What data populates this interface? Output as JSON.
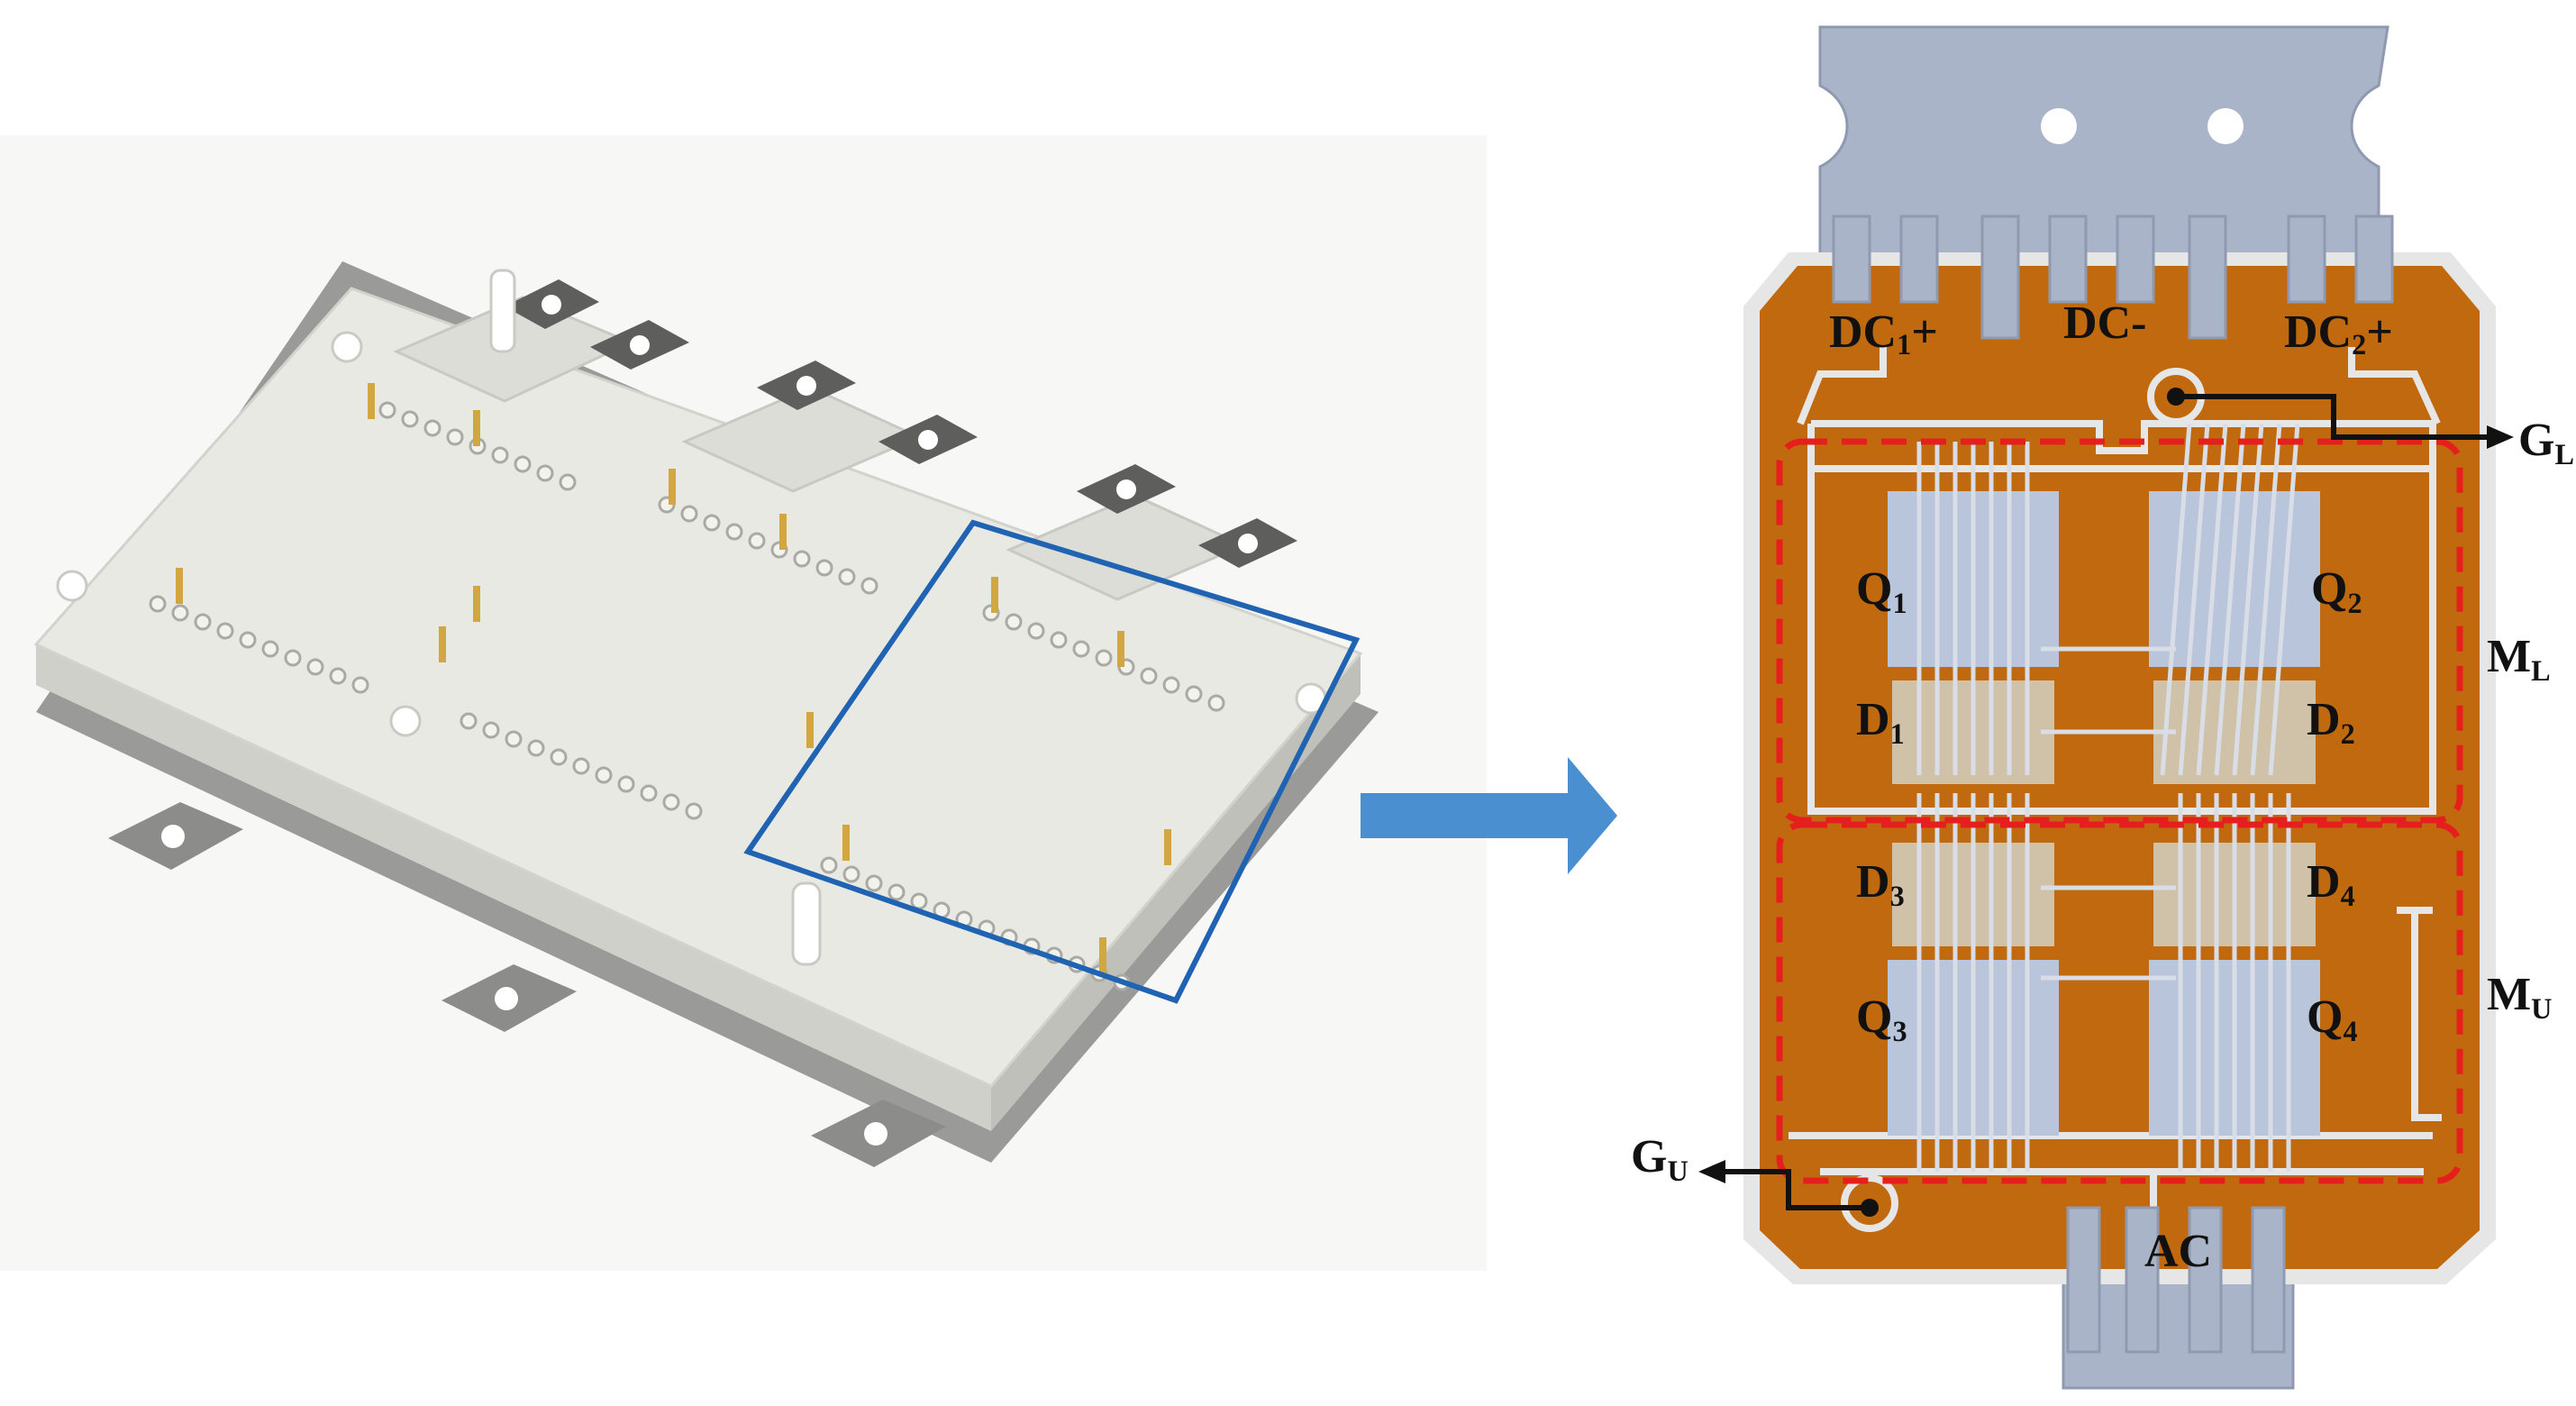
{
  "colors": {
    "substrate": "#c0690e",
    "copper_gap": "#e6e6e6",
    "terminal": "#a9b4c8",
    "chip_q": "#b9c5da",
    "chip_d": "#cfc2a8",
    "module_group_outline": "#e61e1e",
    "highlight_box": "#1f63b2",
    "arrow": "#4a8fd0",
    "module_body": "#e8e9e3"
  },
  "icons": {
    "transition": "right-arrow-icon"
  },
  "labels": {
    "dc1": {
      "main": "DC",
      "sub": "1",
      "suffix": "+"
    },
    "dcminus": {
      "main": "DC-"
    },
    "dc2": {
      "main": "DC",
      "sub": "2",
      "suffix": "+"
    },
    "gl": {
      "main": "G",
      "sub": "L"
    },
    "gu": {
      "main": "G",
      "sub": "U"
    },
    "ml": {
      "main": "M",
      "sub": "L"
    },
    "mu": {
      "main": "M",
      "sub": "U"
    },
    "ac": {
      "main": "AC"
    },
    "q1": {
      "main": "Q",
      "sub": "1"
    },
    "q2": {
      "main": "Q",
      "sub": "2"
    },
    "q3": {
      "main": "Q",
      "sub": "3"
    },
    "q4": {
      "main": "Q",
      "sub": "4"
    },
    "d1": {
      "main": "D",
      "sub": "1"
    },
    "d2": {
      "main": "D",
      "sub": "2"
    },
    "d3": {
      "main": "D",
      "sub": "3"
    },
    "d4": {
      "main": "D",
      "sub": "4"
    }
  }
}
